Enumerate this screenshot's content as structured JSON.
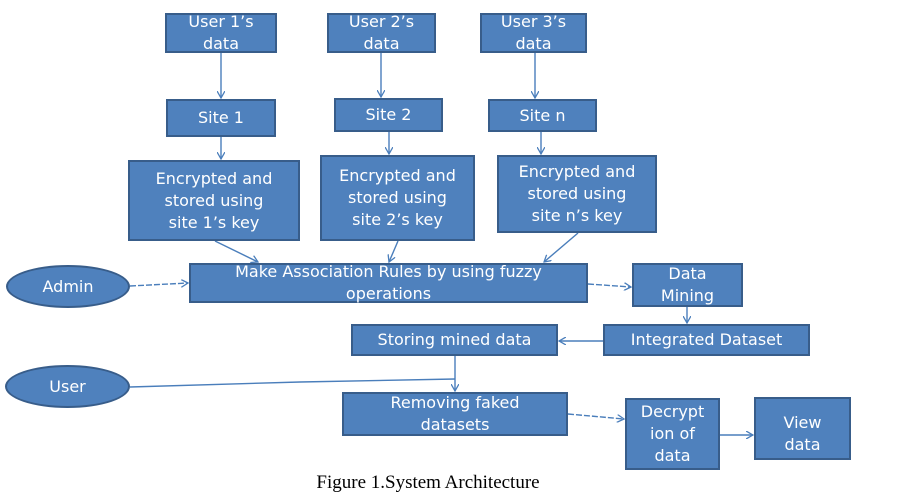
{
  "diagram": {
    "title": "System Architecture",
    "nodes": {
      "user1_data": "User 1’s\ndata",
      "user2_data": "User 2’s\ndata",
      "user3_data": "User 3’s\ndata",
      "site1": "Site 1",
      "site2": "Site 2",
      "siten": "Site n",
      "enc1": "Encrypted and\nstored using\nsite 1’s key",
      "enc2": "Encrypted and\nstored using\nsite 2’s key",
      "encn": "Encrypted and\nstored using\nsite n’s key",
      "admin": "Admin",
      "assoc": "Make  Association Rules by using fuzzy\noperations",
      "mining": "Data\nMining",
      "integrated": "Integrated Dataset",
      "storing": "Storing mined data",
      "user": "User",
      "removing": "Removing faked\ndatasets",
      "decrypt": "Decrypt\nion of\ndata",
      "view": "View\ndata"
    },
    "edges": [
      {
        "from": "User 1’s data",
        "to": "Site 1"
      },
      {
        "from": "User 2’s data",
        "to": "Site 2"
      },
      {
        "from": "User 3’s data",
        "to": "Site n"
      },
      {
        "from": "Site 1",
        "to": "Encrypted and stored using site 1’s key"
      },
      {
        "from": "Site 2",
        "to": "Encrypted and stored using site 2’s key"
      },
      {
        "from": "Site n",
        "to": "Encrypted and stored using site n’s key"
      },
      {
        "from": "Encrypted and stored using site 1’s key",
        "to": "Make Association Rules by using fuzzy operations"
      },
      {
        "from": "Encrypted and stored using site 2’s key",
        "to": "Make Association Rules by using fuzzy operations"
      },
      {
        "from": "Encrypted and stored using site n’s key",
        "to": "Make Association Rules by using fuzzy operations"
      },
      {
        "from": "Admin",
        "to": "Make Association Rules by using fuzzy operations"
      },
      {
        "from": "Make Association Rules by using fuzzy operations",
        "to": "Data Mining"
      },
      {
        "from": "Data Mining",
        "to": "Integrated Dataset"
      },
      {
        "from": "Integrated Dataset",
        "to": "Storing mined data"
      },
      {
        "from": "Storing mined data",
        "to": "Removing faked datasets"
      },
      {
        "from": "User",
        "to": "Removing faked datasets"
      },
      {
        "from": "Removing faked datasets",
        "to": "Decryption of data"
      },
      {
        "from": "Decryption of data",
        "to": "View data"
      }
    ],
    "colors": {
      "node_fill": "#4f81bd",
      "node_border": "#385d8a",
      "arrow": "#4a7ebb",
      "text": "#ffffff"
    },
    "caption": "Figure 1.System Architecture"
  }
}
